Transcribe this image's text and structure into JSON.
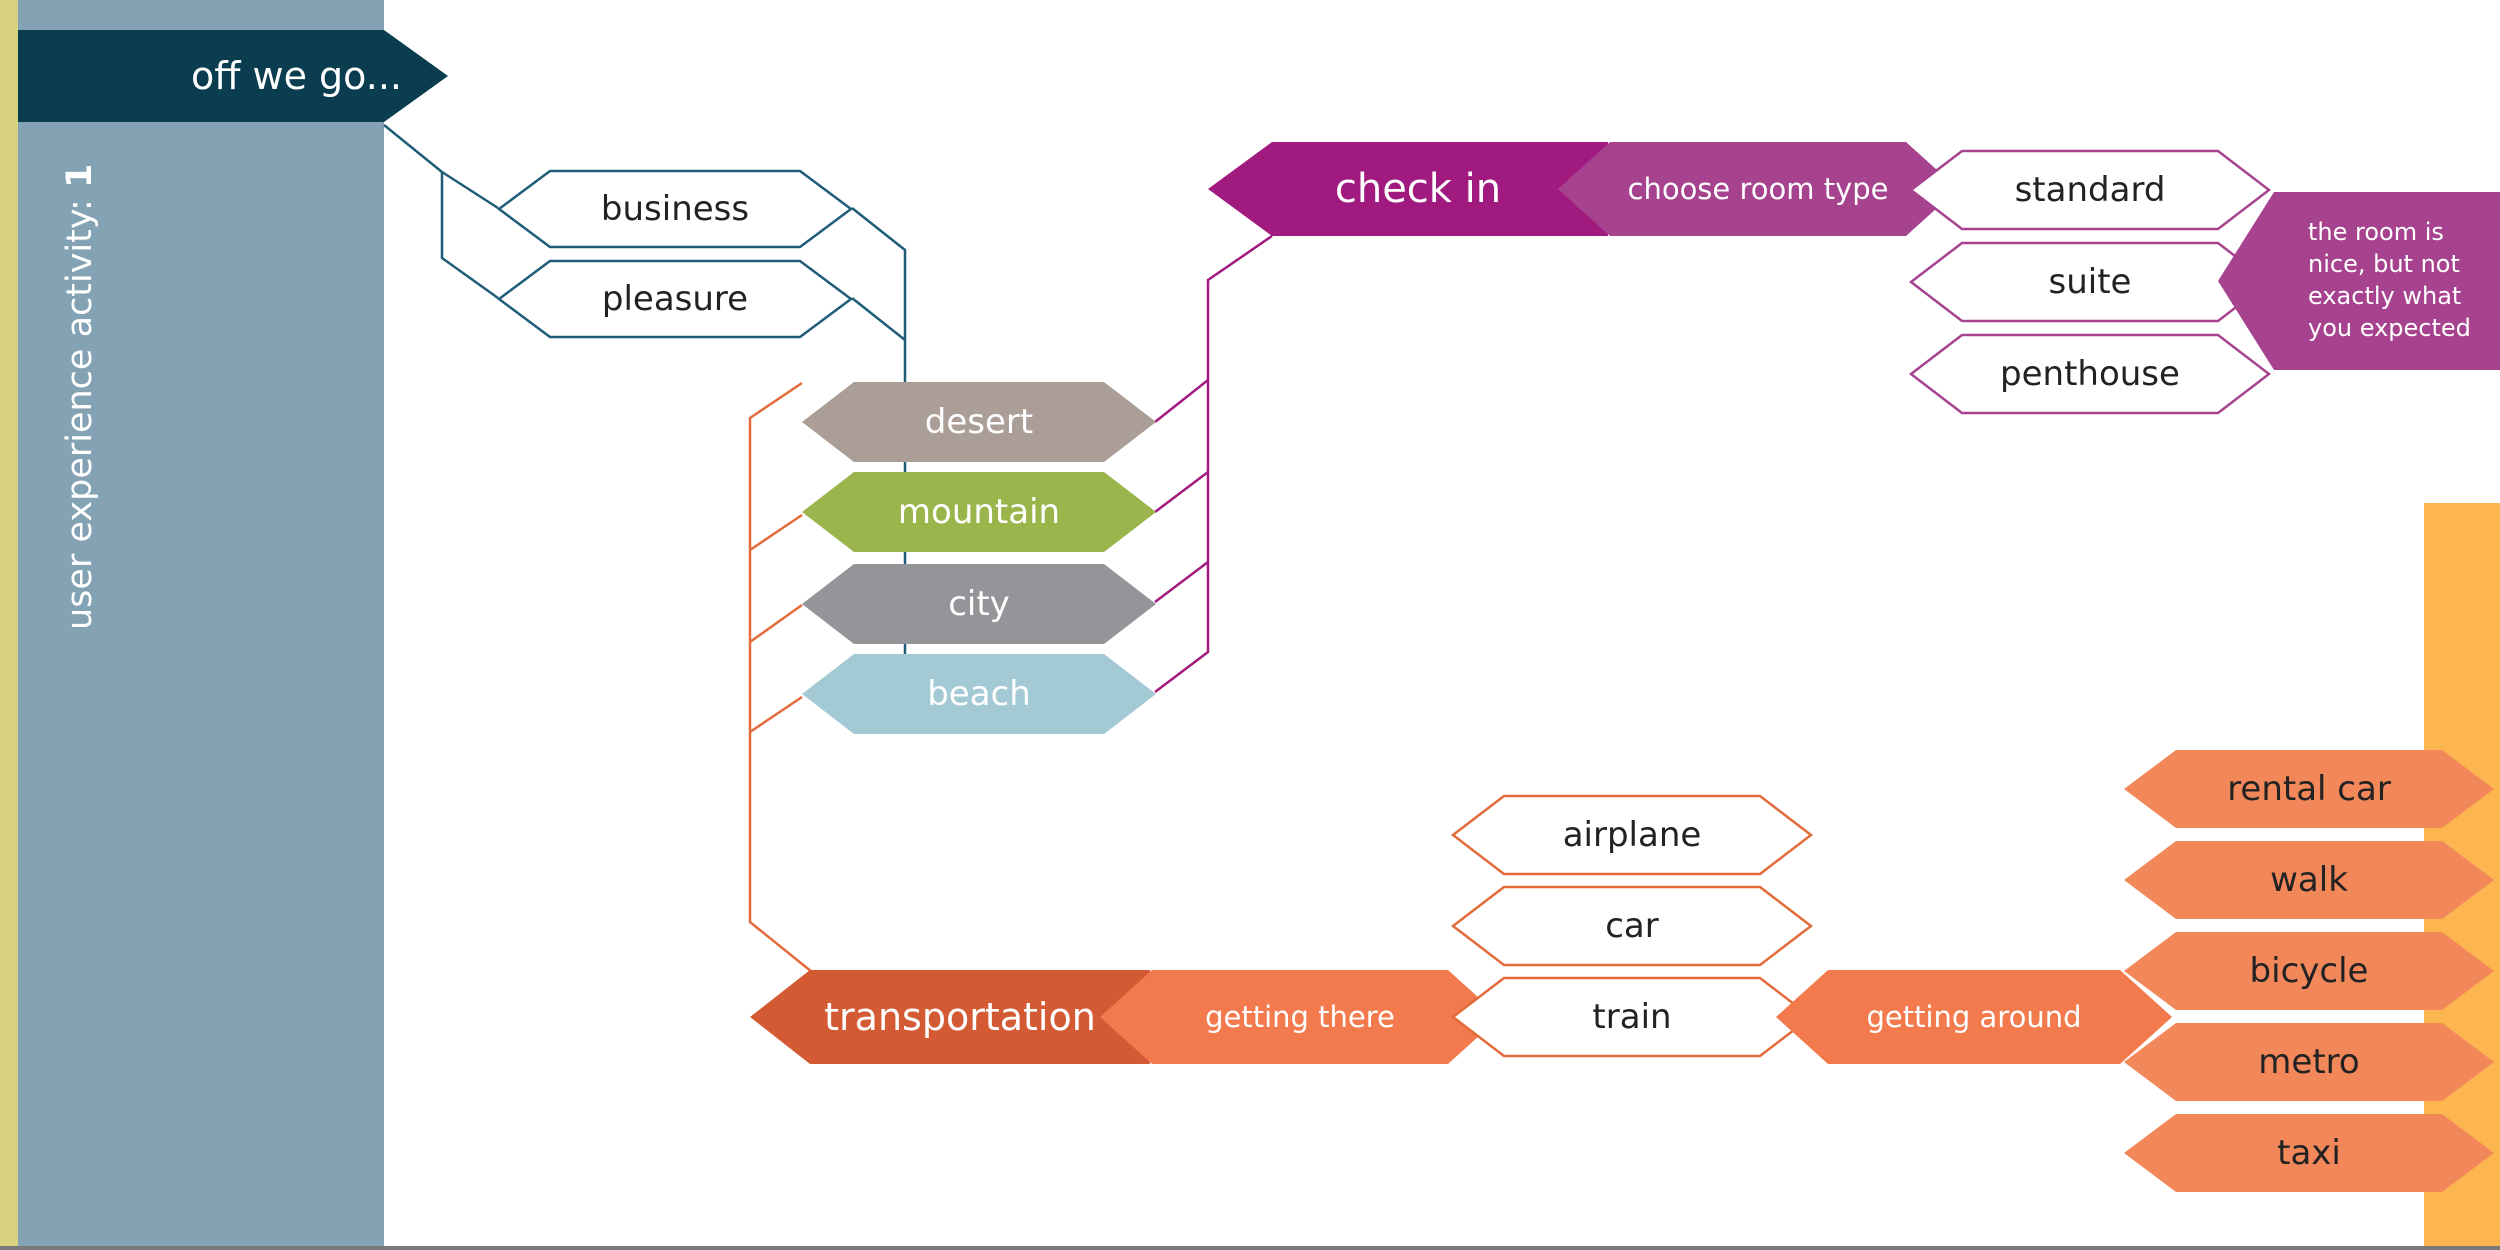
{
  "sidebar": {
    "heading": "user experience activity:",
    "activity_number": "1"
  },
  "diagram": {
    "start": "off we go...",
    "trip_purpose": [
      "business",
      "pleasure"
    ],
    "destinations": [
      "desert",
      "mountain",
      "city",
      "beach"
    ],
    "check_in": {
      "label": "check in",
      "step": "choose room type",
      "room_types": [
        "standard",
        "suite",
        "penthouse"
      ],
      "note": "the room is nice, but not exactly what you expected"
    },
    "transportation": {
      "label": "transportation",
      "getting_there": {
        "label": "getting there",
        "options": [
          "airplane",
          "car",
          "train"
        ]
      },
      "getting_around": {
        "label": "getting around",
        "options": [
          "rental car",
          "walk",
          "bicycle",
          "metro",
          "taxi"
        ]
      }
    }
  },
  "colors": {
    "sidebar": "#83a2b4",
    "strip": "#d8d181",
    "start_banner": "#093d4f",
    "teal_line": "#1f5c78",
    "check_in": "#a11a80",
    "room_step": "#a6428e",
    "magenta_line": "#a11a80",
    "transportation": "#d35a33",
    "transport_step": "#f27a4d",
    "orange_line": "#e36b3a",
    "orange_option": "#f2875a",
    "right_strip": "#fdb64f",
    "desert": "#ab9e96",
    "mountain": "#9ab54b",
    "city": "#939598",
    "beach": "#a3c9d5"
  }
}
